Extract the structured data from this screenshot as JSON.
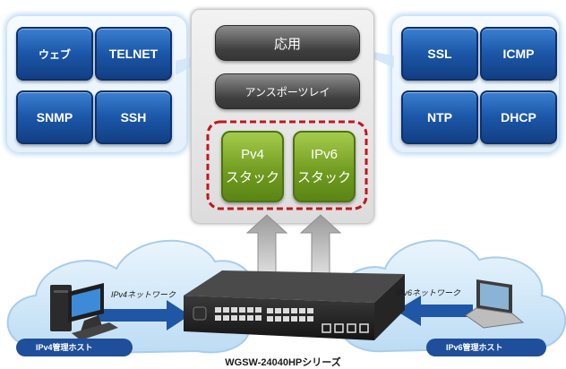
{
  "left_panel": {
    "buttons": [
      "ウェブ",
      "TELNET",
      "SNMP",
      "SSH"
    ]
  },
  "right_panel": {
    "buttons": [
      "SSL",
      "ICMP",
      "NTP",
      "DHCP"
    ]
  },
  "stack": {
    "application": "応用",
    "transport": "アンスポーツレイ",
    "ipv4": [
      "Pv4",
      "スタック"
    ],
    "ipv6": [
      "IPv6",
      "スタック"
    ]
  },
  "network": {
    "ipv4_network": "IPv4ネットワーク",
    "ipv6_network": "IPv6ネットワーク",
    "ipv4_host": "IPv4管理ホスト",
    "ipv6_host": "IPv6管理ホスト",
    "switch_model": "WGSW-24040HPシリーズ"
  },
  "colors": {
    "blue_button": "#1b56a8",
    "panel_glow": "#bfdcf3",
    "green_stack": "#6f9a1e",
    "red_dashed": "#c4161c",
    "arrow_blue": "#1f56a6",
    "host_bar": "#1f4f9a"
  }
}
